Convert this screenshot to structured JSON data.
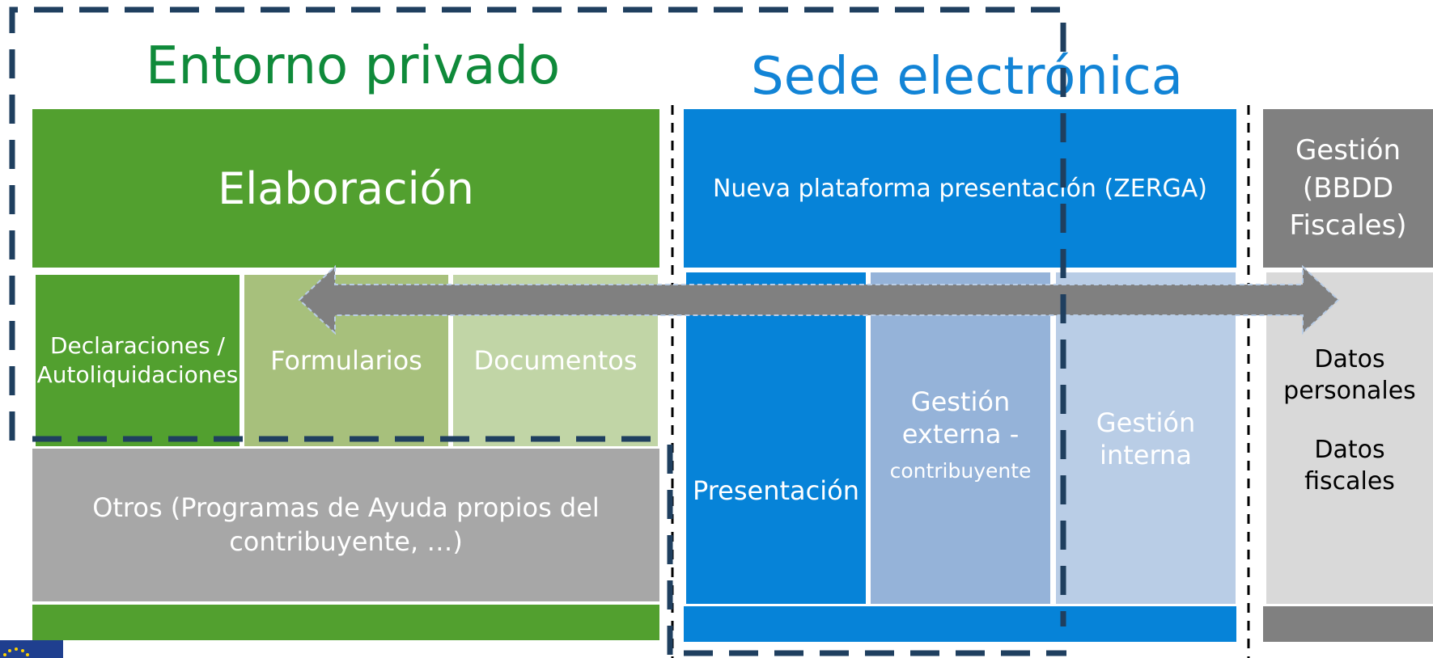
{
  "titles": {
    "private": "Entorno privado",
    "sede": "Sede electrónica"
  },
  "boxes": {
    "elaboracion": "Elaboración",
    "declaraciones": "Declaraciones / Autoliquidaciones",
    "formularios": "Formularios",
    "documentos": "Documentos",
    "otros_line1": "Otros (Programas de Ayuda propios del",
    "otros_line2": "contribuyente, …)",
    "nueva_plataforma": "Nueva plataforma presentación (ZERGA)",
    "presentacion": "Presentación",
    "gestion_externa_line1": "Gestión",
    "gestion_externa_line2": "externa -",
    "gestion_externa_line3": "contribuyente",
    "gestion_interna_line1": "Gestión",
    "gestion_interna_line2": "interna",
    "bbdd_line1": "Gestión",
    "bbdd_line2": "(BBDD",
    "bbdd_line3": "Fiscales)",
    "datos_personales_line1": "Datos",
    "datos_personales_line2": "personales",
    "datos_fiscales_line1": "Datos",
    "datos_fiscales_line2": "fiscales"
  },
  "colors": {
    "green_dark": "#52a02f",
    "green_mid": "#a7c07c",
    "green_light": "#c1d5a6",
    "gray_box": "#a7a7a7",
    "blue_dark": "#0683d8",
    "blue_mid": "#95b3d9",
    "blue_light": "#b9cde6",
    "gray_dark": "#808080",
    "gray_light": "#d9d9d9",
    "dash_navy": "#1f3f5f",
    "title_green": "#0f8a3a",
    "title_blue": "#1284d6"
  },
  "icons": {
    "arrow": "double-headed-arrow-icon",
    "eu_flag": "eu-flag-icon"
  }
}
